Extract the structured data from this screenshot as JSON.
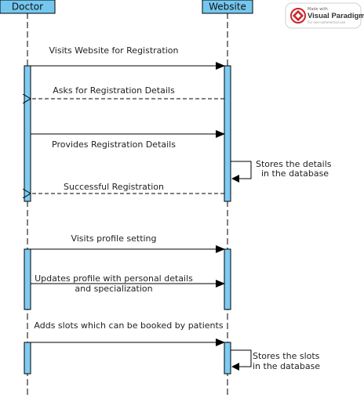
{
  "participants": {
    "doctor": "Doctor",
    "website": "Website"
  },
  "messages": {
    "visits_registration": "Visits Website for Registration",
    "asks_details": "Asks for Registration Details",
    "provides_details": "Provides Registration Details",
    "stores_details_1": "Stores the details",
    "stores_details_2": "in the database",
    "successful_registration": "Successful Registration",
    "visits_profile": "Visits profile setting",
    "updates_profile_1": "Updates profile with personal details",
    "updates_profile_2": "and specialization",
    "adds_slots": "Adds slots which can be booked by patients",
    "stores_slots_1": "Stores the slots",
    "stores_slots_2": "in the database"
  },
  "watermark": {
    "made_with": "Made with",
    "brand": "Visual Paradigm",
    "tagline": "For non-commercial use"
  },
  "colors": {
    "participant_fill": "#74c8f0",
    "activation_fill": "#7fccf3",
    "line": "#000000",
    "brand_red": "#c9252c"
  }
}
